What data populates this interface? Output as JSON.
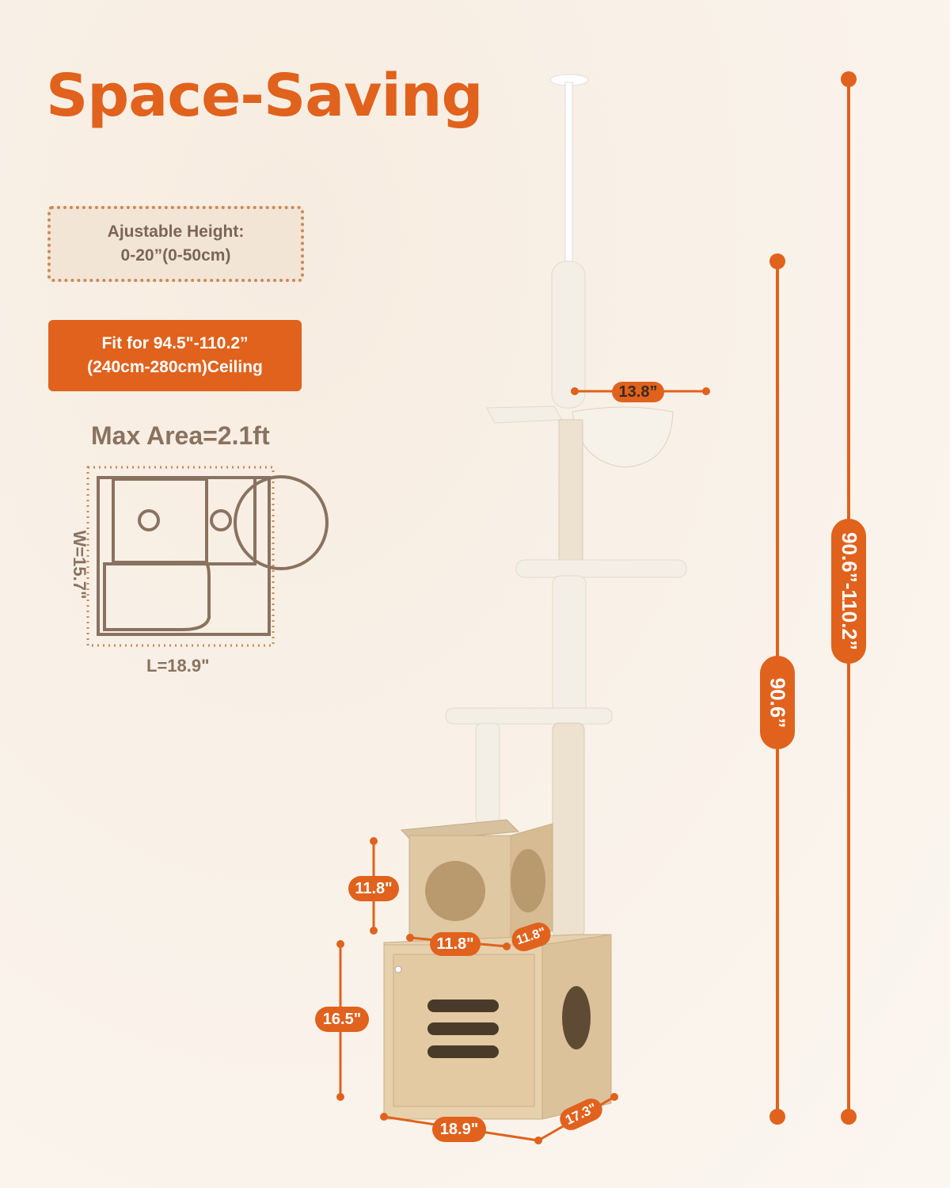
{
  "title": "Space-Saving",
  "adjustable": {
    "line1": "Ajustable Height:",
    "line2": "0-20”(0-50cm)"
  },
  "ceiling": {
    "line1": "Fit for 94.5\"-110.2”",
    "line2": "(240cm-280cm)Ceiling"
  },
  "area": {
    "title": "Max Area=2.1ft",
    "width": "W=15.7\"",
    "length": "L=18.9\""
  },
  "dimensions": {
    "platform": "13.8”",
    "total_range": "90.6”-110.2”",
    "base_height": "90.6”",
    "condo_height": "11.8\"",
    "condo_width": "11.8\"",
    "condo_depth": "11.8\"",
    "cabinet_height": "16.5\"",
    "cabinet_length": "18.9\"",
    "cabinet_depth": "17.3\""
  },
  "colors": {
    "accent": "#e0621d",
    "text_brown": "#8a7260",
    "wood": "#dcc29b",
    "plush": "#f4efe6"
  }
}
